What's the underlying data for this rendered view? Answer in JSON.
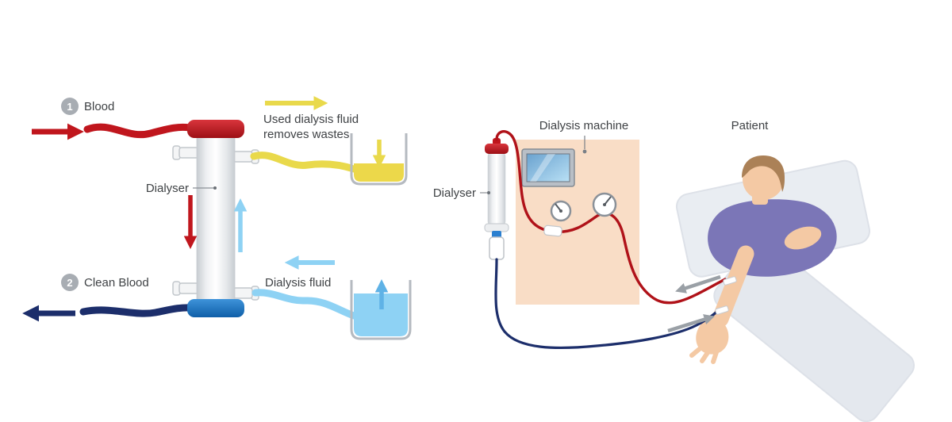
{
  "left_diagram": {
    "steps": [
      {
        "number": "1",
        "label": "Blood"
      },
      {
        "number": "2",
        "label": "Clean Blood"
      }
    ],
    "dialyser_label": "Dialyser",
    "used_fluid_label_line1": "Used dialysis fluid",
    "used_fluid_label_line2": "removes wastes",
    "dialysis_fluid_label": "Dialysis fluid"
  },
  "right_diagram": {
    "machine_label": "Dialysis machine",
    "dialyser_label": "Dialyser",
    "patient_label": "Patient"
  },
  "colors": {
    "blood_red": "#c0161d",
    "clean_blood_navy": "#1c2e6b",
    "dialysis_fluid_light_blue": "#8ed2f4",
    "used_fluid_yellow": "#e9d94b",
    "machine_peach": "#f9ddc6",
    "shirt_purple": "#7b76b7",
    "skin_tone": "#f4c9a4",
    "bed_gray": "#e9edf2",
    "label_text": "#3f4245"
  }
}
